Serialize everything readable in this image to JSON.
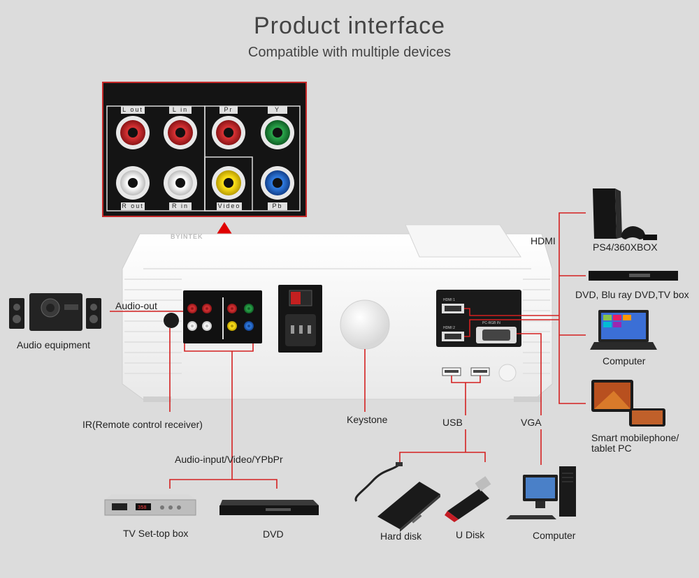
{
  "header": {
    "title": "Product interface",
    "subtitle": "Compatible with multiple devices"
  },
  "jack_panel": {
    "labels": [
      "L out",
      "L in",
      "Pr",
      "Y",
      "R out",
      "R in",
      "Video",
      "Pb"
    ]
  },
  "projector": {
    "brand": "BYINTEK",
    "hdmi1": "HDMI 1",
    "hdmi2": "HDMI 2",
    "vga": "PC-RGB IN"
  },
  "left_devices": {
    "audio_out_label": "Audio-out",
    "audio_equipment": "Audio equipment",
    "ir_label": "IR(Remote control receiver)",
    "audio_input_label": "Audio-input/Video/YPbPr",
    "tv_box": "TV Set-top box",
    "dvd": "DVD"
  },
  "middle_labels": {
    "keystone": "Keystone",
    "usb": "USB",
    "vga": "VGA",
    "hard_disk": "Hard disk",
    "u_disk": "U Disk",
    "computer": "Computer"
  },
  "right_devices": {
    "hdmi_label": "HDMI",
    "ps4": "PS4/360XBOX",
    "dvd_bluray": "DVD, Blu ray DVD,TV box",
    "computer": "Computer",
    "smartphone_line1": "Smart mobilephone/",
    "smartphone_line2": "tablet PC"
  },
  "colors": {
    "background": "#dcdcdc",
    "connector_line": "#d42020",
    "arrow": "#e00000",
    "jack_red": "#c0282a",
    "jack_white": "#f0f0f0",
    "jack_yellow": "#f2d400",
    "jack_green": "#1f8a3a",
    "jack_blue": "#1e63c8"
  },
  "icons": {
    "projector": "projector-icon",
    "speakers": "speaker-icon",
    "ps4": "game-console-icon",
    "dvd_player": "dvd-player-icon",
    "laptop": "laptop-icon",
    "tablet": "tablet-icon",
    "hard_disk": "hard-disk-icon",
    "usb_stick": "usb-stick-icon",
    "desktop": "desktop-computer-icon",
    "set_top_box": "set-top-box-icon"
  }
}
